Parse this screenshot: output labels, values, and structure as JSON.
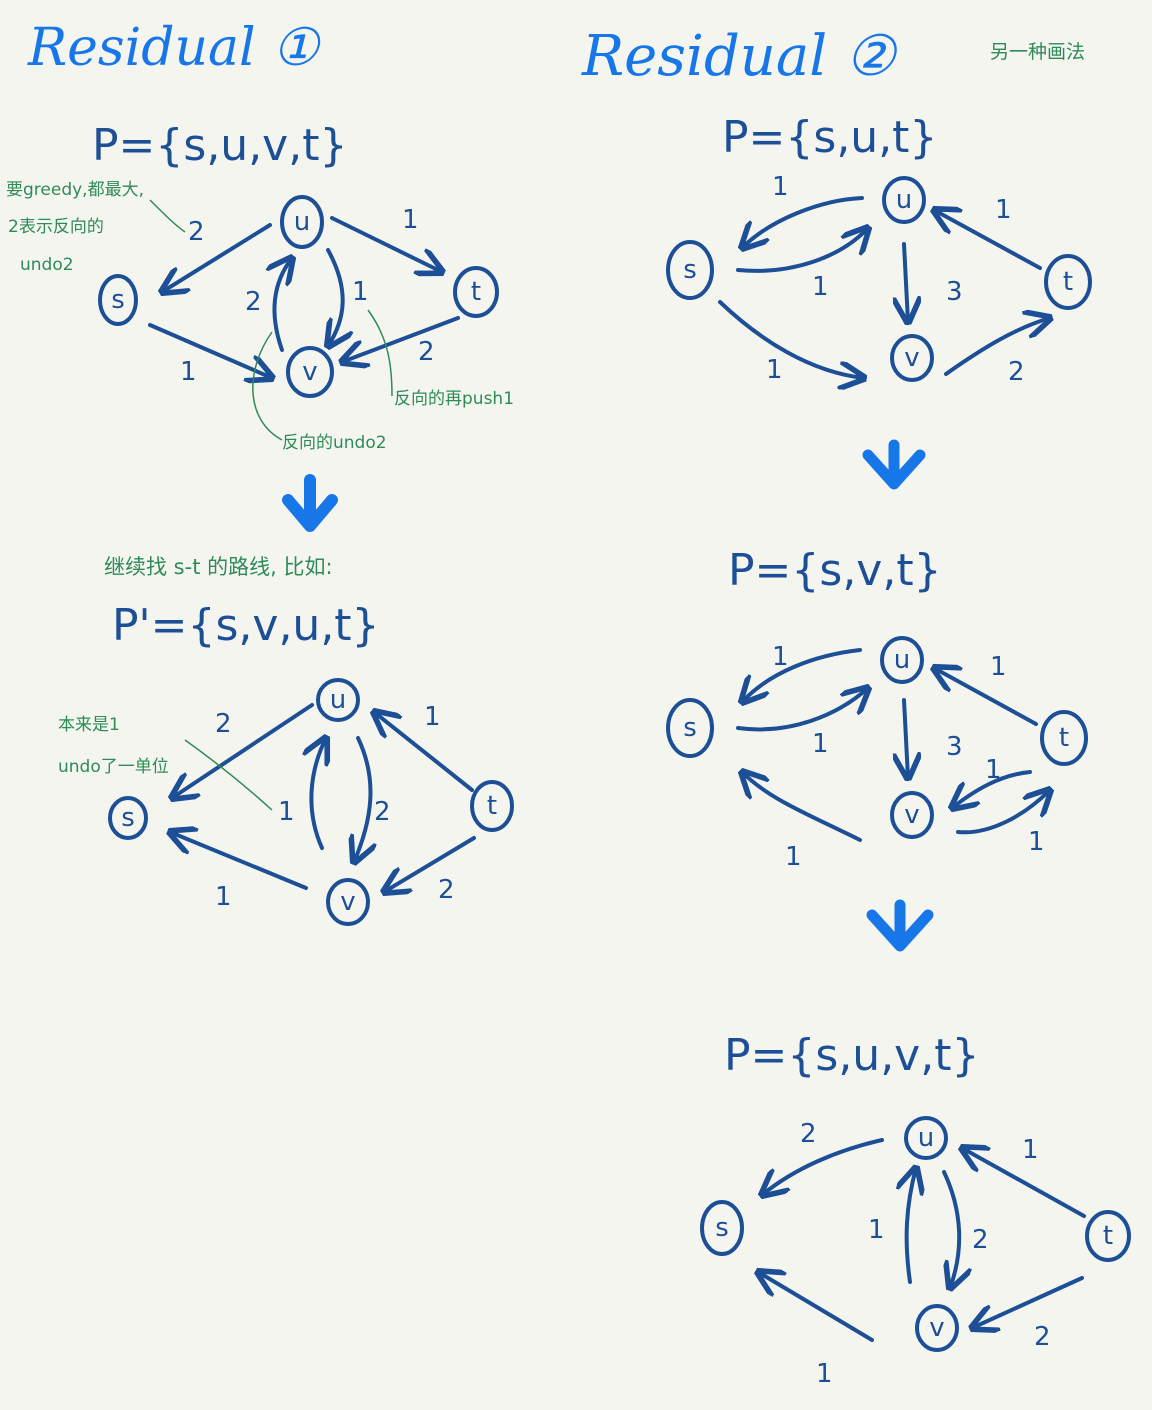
{
  "colors": {
    "ink": "#1d4f96",
    "accent": "#1877e8",
    "note": "#2e8b57",
    "paper": "#f5f5f0"
  },
  "left_panel": {
    "title": "Residual ①",
    "graph1": {
      "path": "P={s,u,v,t}",
      "nodes": {
        "s": "s",
        "u": "u",
        "v": "v",
        "t": "t"
      },
      "edge_labels": {
        "u_s": "2",
        "u_t": "1",
        "v_u": "2",
        "u_v": "1",
        "s_v": "1",
        "t_v": "2"
      },
      "notes": {
        "greedy": "要greedy,都最大,",
        "reverse": "2表示反向的",
        "undo": "undo2",
        "undo2": "反向的undo2",
        "push": "反向的再push1"
      }
    },
    "continue_note": "继续找 s-t 的路线, 比如:",
    "graph2": {
      "path": "P'={s,v,u,t}",
      "nodes": {
        "s": "s",
        "u": "u",
        "v": "v",
        "t": "t"
      },
      "edge_labels": {
        "u_s": "2",
        "t_u": "1",
        "v_u": "1",
        "u_v": "2",
        "v_s": "1",
        "t_v": "2"
      },
      "note_line1": "本来是1",
      "note_line2": "undo了一单位"
    }
  },
  "right_panel": {
    "title": "Residual ②",
    "subtitle": "另一种画法",
    "graph1": {
      "path": "P={s,u,t}",
      "nodes": {
        "s": "s",
        "u": "u",
        "v": "v",
        "t": "t"
      },
      "edge_labels": {
        "u_s": "1",
        "s_u": "1",
        "t_u": "1",
        "u_v": "3",
        "s_v": "1",
        "v_t": "2"
      }
    },
    "graph2": {
      "path": "P={s,v,t}",
      "nodes": {
        "s": "s",
        "u": "u",
        "v": "v",
        "t": "t"
      },
      "edge_labels": {
        "u_s": "1",
        "s_u": "1",
        "t_u": "1",
        "u_v": "3",
        "v_s": "1",
        "t_v": "1",
        "v_t": "1"
      }
    },
    "graph3": {
      "path": "P={s,u,v,t}",
      "nodes": {
        "s": "s",
        "u": "u",
        "v": "v",
        "t": "t"
      },
      "edge_labels": {
        "u_s": "2",
        "t_u": "1",
        "v_u": "1",
        "u_v": "2",
        "v_s": "1",
        "t_v": "2"
      }
    }
  }
}
